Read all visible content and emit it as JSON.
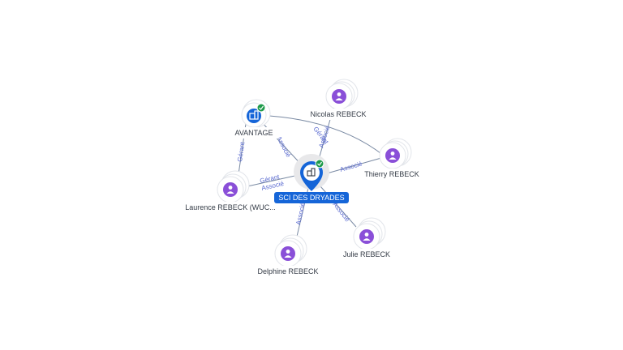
{
  "colors": {
    "person": "#8a4fd8",
    "company": "#1565d8",
    "check": "#1e9a4a",
    "edge": "#7a8aa3",
    "edge_label": "#5a6ad0"
  },
  "nodes": {
    "center": {
      "label": "SCI DES DRYADES",
      "icon": "building-icon",
      "verified": true
    },
    "avantage": {
      "label": "AVANTAGE",
      "icon": "building-icon",
      "verified": true
    },
    "nicolas": {
      "label": "Nicolas REBECK",
      "icon": "person-icon"
    },
    "thierry": {
      "label": "Thierry REBECK",
      "icon": "person-icon"
    },
    "laurence": {
      "label": "Laurence REBECK (WUC...",
      "icon": "person-icon"
    },
    "delphine": {
      "label": "Delphine REBECK",
      "icon": "person-icon"
    },
    "julie": {
      "label": "Julie REBECK",
      "icon": "person-icon"
    }
  },
  "edge_labels": {
    "avantage_center": "Associé",
    "avantage_laurence": "Gérant",
    "nicolas_center": "Associé",
    "avantage_thierry": "Gérant",
    "thierry_center": "Associé",
    "laurence_center_1": "Gérant",
    "laurence_center_2": "Associé",
    "delphine_center": "Associé",
    "julie_center": "Associé"
  }
}
